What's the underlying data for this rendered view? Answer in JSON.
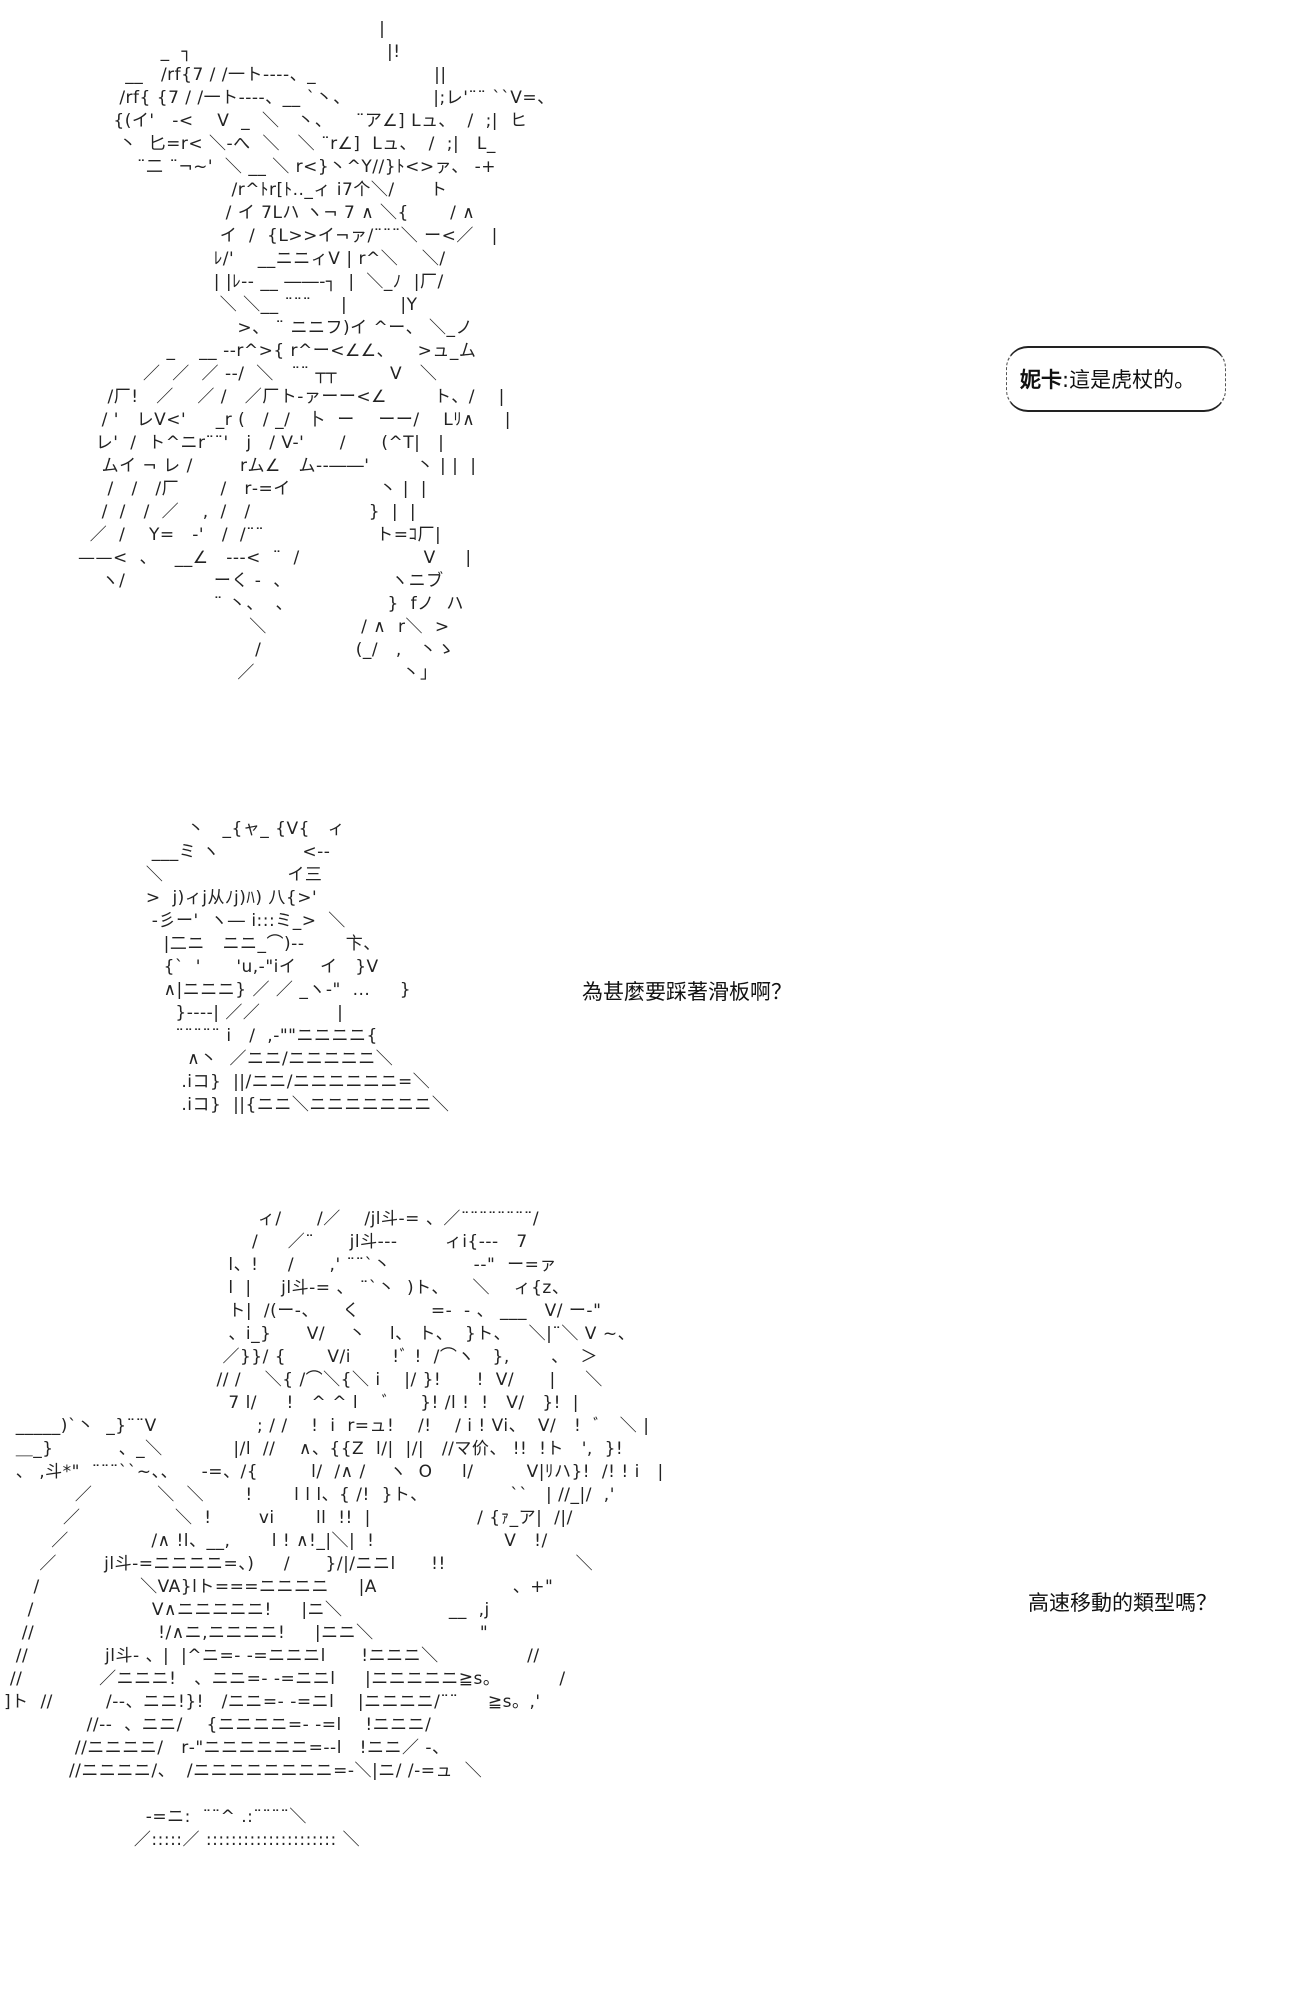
{
  "dialogue": [
    {
      "speaker": "妮卡",
      "separator": ":",
      "text": "這是虎杖的。"
    },
    {
      "text": "為甚麼要踩著滑板啊？"
    },
    {
      "text": "高速移動的類型嗎？"
    }
  ],
  "art": {
    "top": [
      "                                                   |",
      "              _  ┐                                 |!",
      "        __   /rf{7 / /一ト----、_                    ||",
      "       /rf{ {7 / /一ト----、__ `丶、              |;レ'¨¨ ``V=、",
      "      {(イ'   -<    V  _  ＼   丶、    ¨ア∠] Lュ、  /  ;|  ヒ",
      "       丶  匕=r< ＼-へ  ＼   ＼ ¨r∠]  Lュ、  /  ;|   L_",
      "          ¨二 ¨¬~'  ＼ __ ＼ r<}丶^Y//}ﾄ<>ァ、 ‐+",
      "                          /r^ﾄr[ﾄ.._ィ i7个＼/      ト",
      "                         / イ 7Lハ ヽ¬ 7 ∧ ＼{       / ∧",
      "                        イ  /  {L>>イ¬ァ/¨¨¨＼ ー<／   |",
      "                       ﾚ/'    __ニニィV | r^＼    ＼/",
      "                       | |ﾚ-‐ __ ――‐┐  |  ＼_ﾉ  |厂/",
      "                        ＼ ＼__ ¨¨¨     |         |Y",
      "                           >、 ¨ ニニフ)イ ^ー、 ＼_ノ",
      "               _    __ -‐r^>{ r^ー<∠∠、    >ュ_ム",
      "           ／  ／  ／ -‐/  ＼   ¨¨ ┬┬         V   ＼",
      "     /厂!   ／    ／ /   ／厂ト-ァーー<∠        ト、/    |",
      "    / '   レV<'     _r (   / _/   卜  ー    ーー/    Lﾘ∧     |",
      "   レ'  /  ト^ニr¨¨'   j   / V-'      /      (^T|   |",
      "    ムイ ¬ レ /        rム∠   ム-‐――'        丶 | |  |",
      "     /   /   /厂       /   r‐=イ               丶 |  |",
      "    /  /   /  ／    ,  /   /                    }  |  |",
      "  ／  /    Y=   ‐'   /  /¨¨                   ト=ｺ厂|",
      "——<  、   __∠   ---<  ¨  /                     V     |",
      "    ヽ/               ーく ‐  、                 ヽニブ",
      "                       ¨ 丶、  、                }  fノ  ハ",
      "                             ＼                / ∧  r＼  >",
      "                              /                (_/   ,   丶ゝ",
      "                           ／                         丶」"
    ],
    "middle": [
      "        丶   _{ャ_ {V{   ィ",
      "  ___ミ ヽ              <-‐",
      " ＼                     イ三",
      " >  j)ィj从ﾉj)ﾊ) 八{>'",
      "  -彡ー'  ヽ― i:::ミ_>  ＼",
      "    |二ニ   ニニ_⌒)--       卞、",
      "    {`  '      'u,-\"iイ    イ   }V",
      "    ∧|ニニニ} ／ ／ _ヽ-\"  ...     }",
      "      }‐‐‐-| ／／             |",
      "      ¨¨¨¨¨ i   /  ,-\"\"ニニニニ{",
      "        ∧丶  ／ニニ/ニニニニニ＼",
      "       .iコ}  ||/ニニ/ニニニニニニ=＼",
      "       .iコ}  ||{ニニ＼ニニニニニニニ＼"
    ],
    "bottom": [
      "                                           ィ/      /／    /jl斗-= 、／¨¨¨¨¨¨¨¨/",
      "                                          /     ／¨      jl斗---        ィi{---   7",
      "                                      l、!     /      ,' ¨¨`丶              --\"  ー=ァ",
      "                                      l  |     jl斗-= 、 ¨`丶  )ト、    ＼    ィ{z、",
      "                                      ト|  /(ー-、    く            =-  - 、 ___   V/ ー-\"",
      "                                      、i_}      V/    丶    l、 ト、  }ト、   ＼|¨＼ V ~、",
      "                                     ／}}/ {       V/i       !ﾞ !  /⌒ヽ   },       、  ＞",
      "                                    // /    ＼{ /⌒＼{＼ i    |/ }!      !  V/      |     ＼",
      "                                      7 l/     !   ^ ^ l    ﾞ     }! /l !  !   V/   }!  |",
      "  _____)`丶  _}¨¨V                 ; / /    !  i  r=ュ!    /!    / i ! Vi、  V/   !  ﾞ   ＼ |",
      "  ＿_}           、_＼            |/l  //    ∧、{{Z  l/|  |/|   //マ价、 !!  !ト   ',  }!",
      "  、 ,斗*\"  ¨¨¨``~、、    -=、/{         l/  /∧ /    ヽ  O     l/         V|ﾘハ}!  /! ! i   |",
      "            ／           ＼  ＼       !       l l l、{ /!  }ト、              ``   | //_|/  ,'",
      "          ／                ＼  !        vi       ll  !!  |                  / {ｧ_ア|  /|/",
      "        ／              /∧ !l、__,       l ! ∧!_|＼|  !                      V   !/",
      "      ／        jl斗-=ニニニニ=、)     /      }/|/ニニl      !!                      ＼",
      "     /                 ＼VA}lト===ニニニニ     |A                       、+\"",
      "    /                    V∧ニニニニニ!     |ニ＼                  __  ,j",
      "   //                     !/∧ニ,ニニニニ!     |ニニ＼                  \"",
      "  //             jl斗- 、|  |^ニ=- -=ニニニl      !ニニニ＼               //",
      " //             ／ニニニ!   、ニニ=- -=ニニl     |ニニニニニ≧s。          /",
      "]ト  //         /--、ニニ!}!   /ニニ=- -=ニl    |ニニニニ/¨¨     ≧s。,'",
      "              //--  、ニニ/    {ニニニニ=- -=l    !ニニニ/",
      "            //ニニニニ/   r‐\"ニニニニニニ=--l   !ニニ／ -、",
      "           //ニニニニ/、  /ニニニニニニニニ=-＼|ニ/ /-=ュ  ＼",
      "",
      "                        -=ニ:  ¨¨^ .:¨¨¨¨＼",
      "                      ／:::::／ ::::::::::::::::::::: ＼"
    ]
  }
}
